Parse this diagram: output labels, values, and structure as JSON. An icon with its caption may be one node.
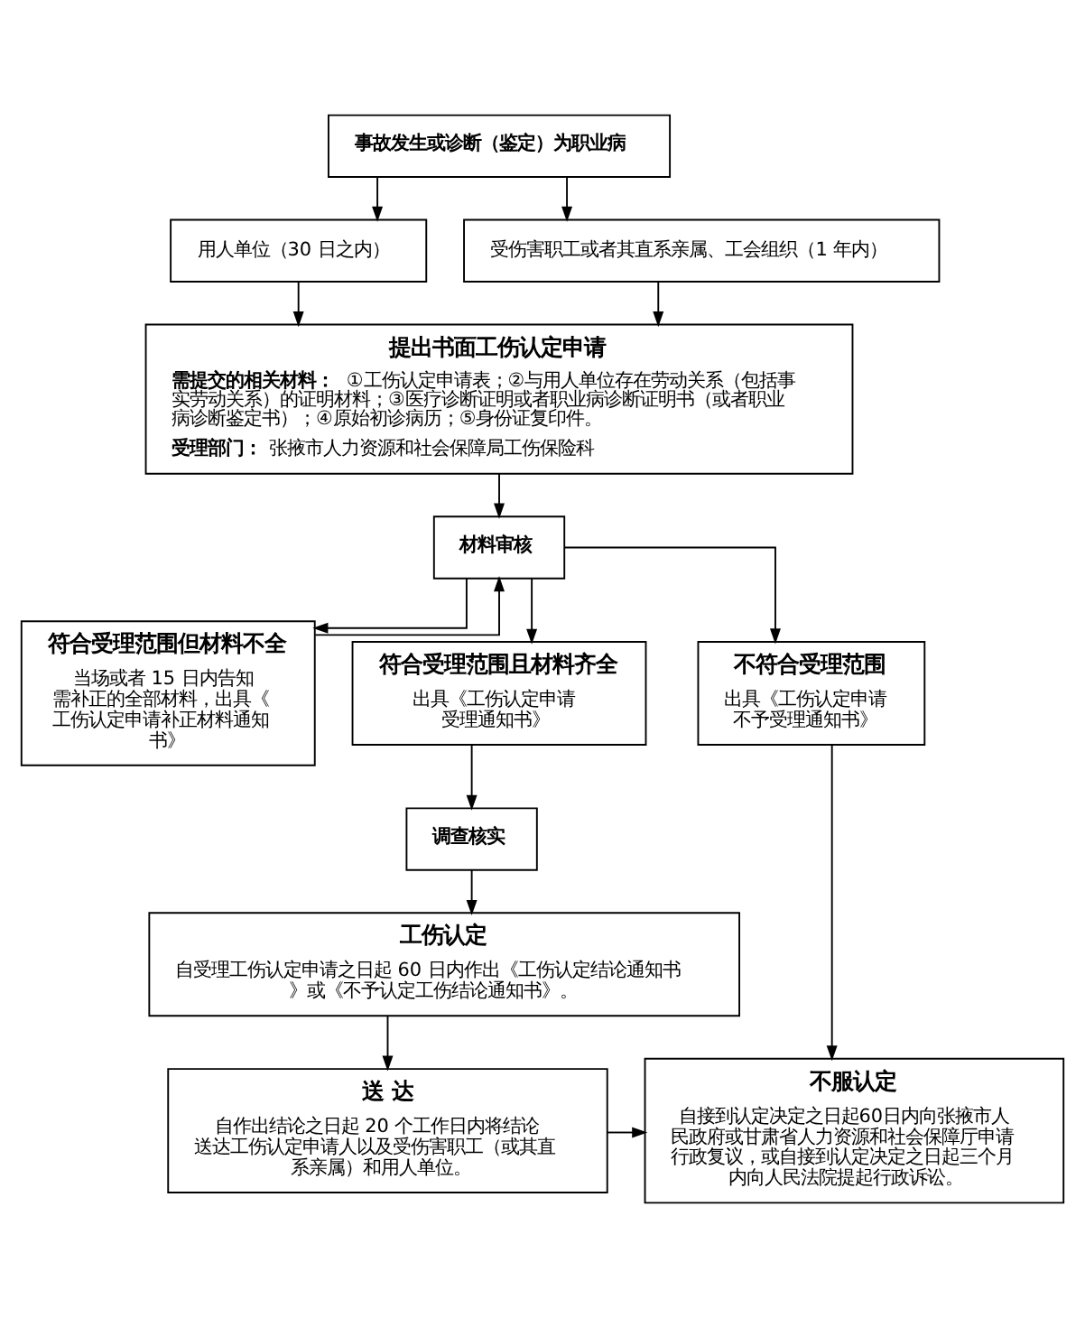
{
  "diagram": {
    "nodes": [
      {
        "text": [
          "事故发生或诊断（鉴定）为职业病"
        ]
      },
      {
        "text": [
          "用人单位（30 日之内）"
        ]
      },
      {
        "text": [
          "受伤害职工或者其直系亲属、工会组织（1 年内）"
        ]
      },
      {
        "text": [
          "提出书面工伤认定申请",
          "**需提交的相关材料：**①工伤认定申请表；②与用人单位存在劳动关系（包括事实劳动关系）的证明材料；③医疗诊断证明或者职业病诊断证明书（或者职业病诊断鉴定书）；④原始初诊病历；⑤身份证复印件。",
          "**受理部门：**张掖市人力资源和社会保障局工伤保险科"
        ]
      },
      {
        "text": [
          "材料审核"
        ]
      },
      {
        "text": [
          "符合受理范围但材料不全",
          "当场或者 15 日内告知需补正的全部材料，出具《工伤认定申请补正材料通知书》"
        ]
      },
      {
        "text": [
          "符合受理范围且材料齐全",
          "出具《工伤认定申请受理通知书》"
        ]
      },
      {
        "text": [
          "不符合受理范围",
          "出具《工伤认定申请不予受理通知书》"
        ]
      },
      {
        "text": [
          "调查核实"
        ]
      },
      {
        "text": [
          "工伤认定",
          "自受理工伤认定申请之日起 60 日内作出《工伤认定结论通知书》或《不予认定工伤结论通知书》。"
        ]
      },
      {
        "text": [
          "送 达",
          "自作出结论之日起 20 个工作日内将结论送达工伤认定申请人以及受伤害职工（或其直系亲属）和用人单位。"
        ]
      },
      {
        "text": [
          "不服认定",
          "自接到认定决定之日起60日内向张掖市人民政府或甘肃省人力资源和社会保障厅申请行政复议，或自接到认定决定之日起三个月内向人民法院提起行政诉讼。"
        ]
      }
    ],
    "edges": [
      {
        "from": 0,
        "to": 1,
        "arrow": "to"
      },
      {
        "from": 0,
        "to": 2,
        "arrow": "to"
      },
      {
        "from": 1,
        "to": 3,
        "arrow": "to"
      },
      {
        "from": 2,
        "to": 3,
        "arrow": "to"
      },
      {
        "from": 3,
        "to": 4,
        "arrow": "to"
      },
      {
        "from": 4,
        "to": 5,
        "arrow": "to"
      },
      {
        "from": 4,
        "to": 6,
        "arrow": "to"
      },
      {
        "from": 4,
        "to": 7,
        "arrow": "to"
      },
      {
        "from": 5,
        "to": 4,
        "arrow": "to"
      },
      {
        "from": 6,
        "to": 8,
        "arrow": "to"
      },
      {
        "from": 8,
        "to": 9,
        "arrow": "to"
      },
      {
        "from": 9,
        "to": 10,
        "arrow": "to"
      },
      {
        "from": 7,
        "to": 11,
        "arrow": "to"
      },
      {
        "from": 10,
        "to": 11,
        "arrow": "to"
      }
    ]
  }
}
